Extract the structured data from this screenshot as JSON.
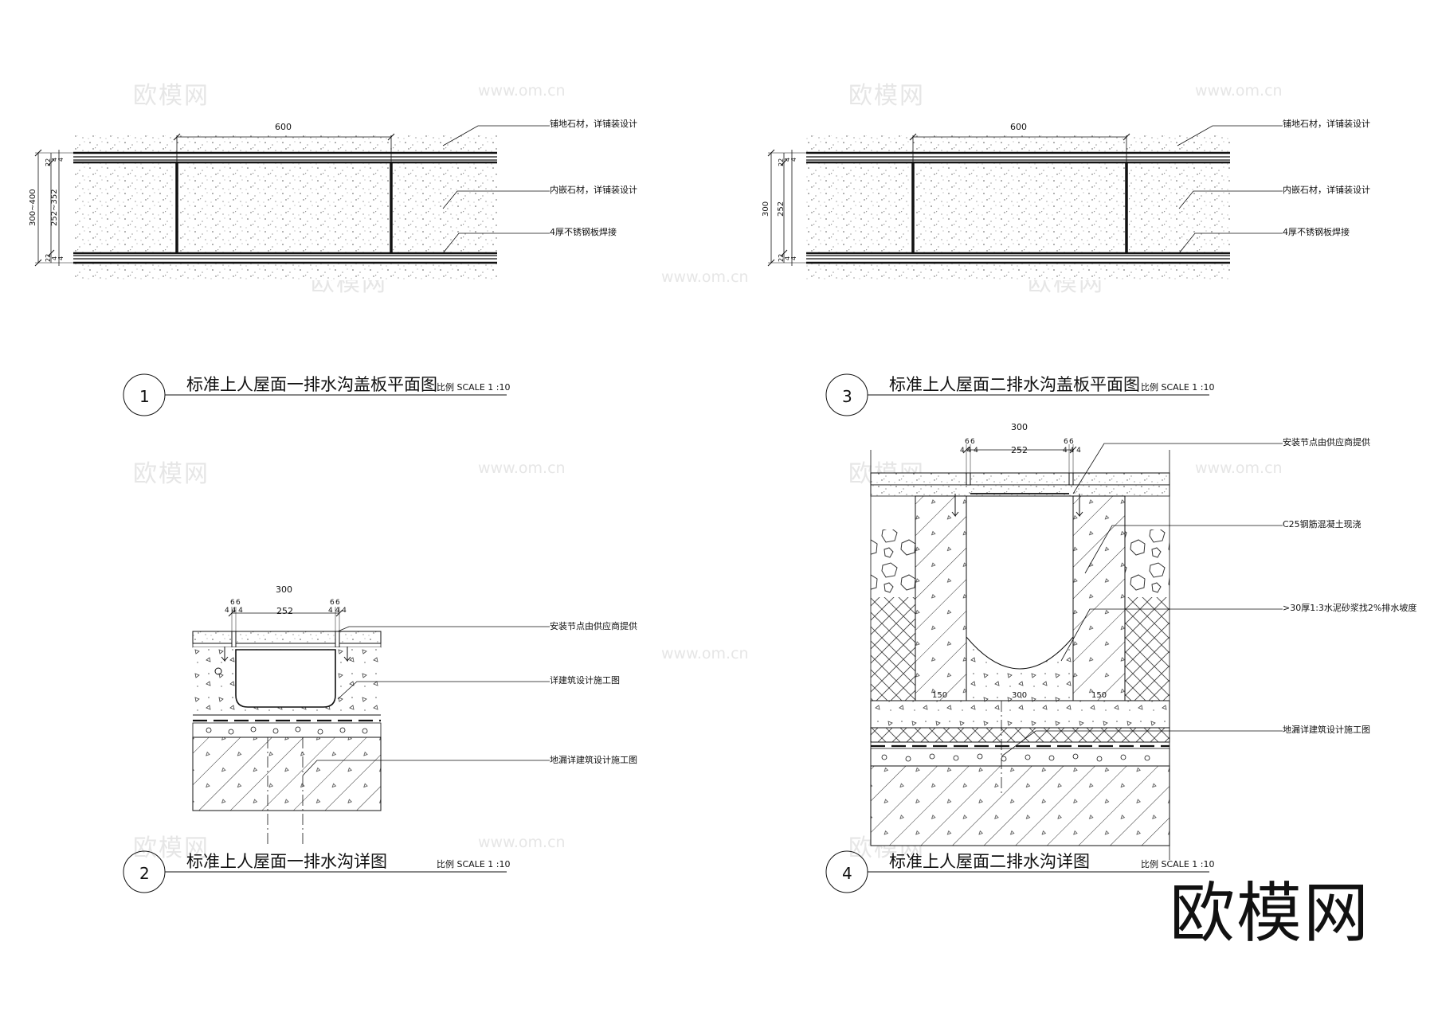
{
  "watermark": {
    "cn": "欧模网",
    "url": "www.om.cn"
  },
  "brand": "欧模网",
  "drawing1": {
    "number": "1",
    "title": "标准上人屋面一排水沟盖板平面图",
    "scale": "比例 SCALE 1 :10",
    "dims": {
      "width": "600",
      "overall": "300~400",
      "inner": "252~352",
      "top_a": "4",
      "top_b": "4",
      "top_c": "22",
      "bot_a": "4",
      "bot_b": "4",
      "bot_c": "22"
    },
    "notes": [
      "铺地石材，详铺装设计",
      "内嵌石材，详铺装设计",
      "4厚不锈钢板焊接"
    ]
  },
  "drawing2": {
    "number": "2",
    "title": "标准上人屋面一排水沟详图",
    "scale": "比例 SCALE 1 :10",
    "dims": {
      "overall": "300",
      "inner": "252",
      "l6a": "6",
      "l6b": "6",
      "r6a": "6",
      "r6b": "6",
      "l4": "4 4 4",
      "r4": "4 4 4"
    },
    "notes": [
      "安装节点由供应商提供",
      "详建筑设计施工图",
      "地漏详建筑设计施工图"
    ]
  },
  "drawing3": {
    "number": "3",
    "title": "标准上人屋面二排水沟盖板平面图",
    "scale": "比例 SCALE 1 :10",
    "dims": {
      "width": "600",
      "overall": "300",
      "inner": "252",
      "top_a": "4",
      "top_b": "4",
      "top_c": "22",
      "bot_a": "4",
      "bot_b": "4",
      "bot_c": "22"
    },
    "notes": [
      "铺地石材，详铺装设计",
      "内嵌石材，详铺装设计",
      "4厚不锈钢板焊接"
    ]
  },
  "drawing4": {
    "number": "4",
    "title": "标准上人屋面二排水沟详图",
    "scale": "比例 SCALE 1 :10",
    "dims": {
      "overall": "300",
      "inner": "252",
      "l6a": "6",
      "l6b": "6",
      "r6a": "6",
      "r6b": "6",
      "l4": "4 4 4",
      "r4": "4 4 4",
      "b1": "150",
      "b2": "300",
      "b3": "150"
    },
    "notes": [
      "安装节点由供应商提供",
      "C25钢筋混凝土现浇",
      ">30厚1:3水泥砂浆找2%排水坡度",
      "地漏详建筑设计施工图"
    ]
  }
}
